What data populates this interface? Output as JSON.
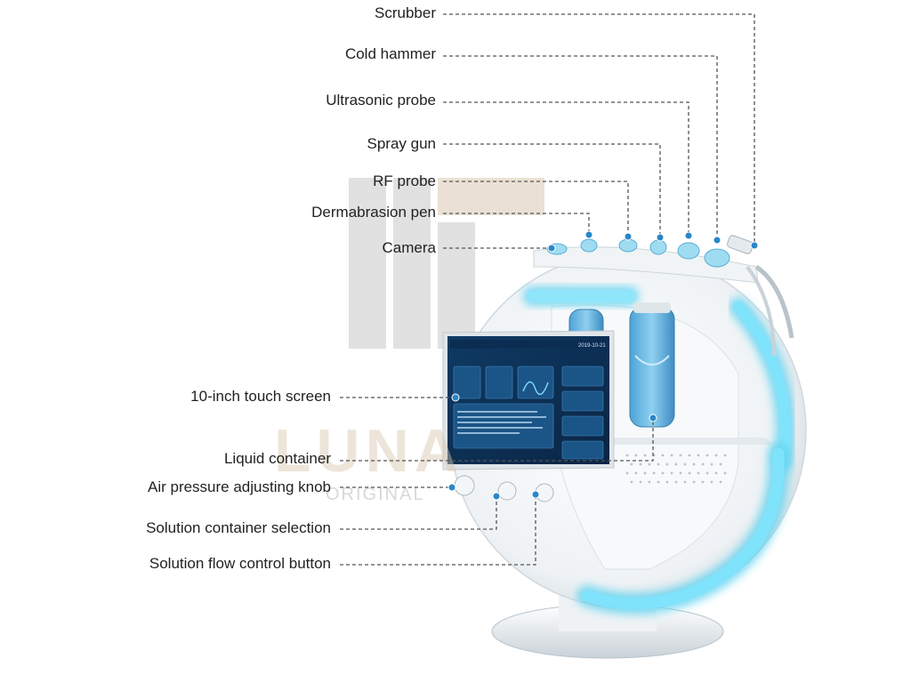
{
  "labels": {
    "scrubber": "Scrubber",
    "cold_hammer": "Cold hammer",
    "ultrasonic_probe": "Ultrasonic probe",
    "spray_gun": "Spray gun",
    "rf_probe": "RF probe",
    "dermabrasion_pen": "Dermabrasion pen",
    "camera": "Camera",
    "touch_screen": "10-inch touch screen",
    "liquid_container": "Liquid container",
    "air_pressure_knob": "Air pressure adjusting knob",
    "solution_container_selection": "Solution container selection",
    "solution_flow_button": "Solution flow control button"
  },
  "watermark": {
    "brand": "LUNA",
    "tagline": "ORIGINAL"
  },
  "screen": {
    "date": "2019-10-21"
  },
  "colors": {
    "glow": "#5fd3f0",
    "marker": "#2a86c8",
    "leader": "#555555",
    "body": "#f4f6f8"
  }
}
